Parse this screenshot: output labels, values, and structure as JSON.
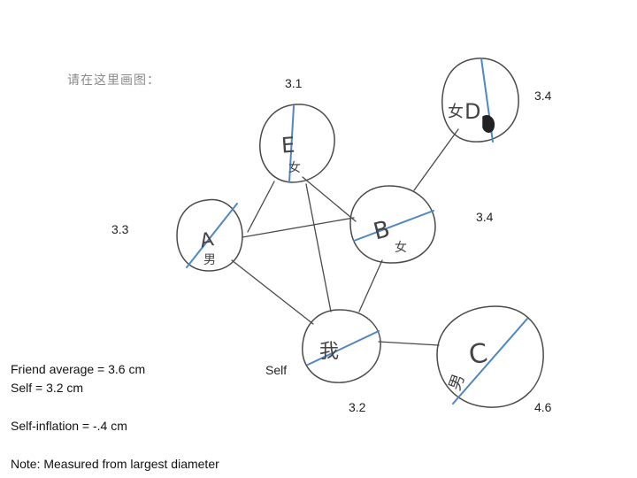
{
  "prompt": "请在这里画图：",
  "measurements": {
    "e": "3.1",
    "d": "3.4",
    "a": "3.3",
    "b": "3.4",
    "self": "3.2",
    "c": "4.6"
  },
  "self_label": "Self",
  "node_labels": {
    "e": "E",
    "e_gender": "女",
    "d": "D",
    "d_gender": "女",
    "a": "A",
    "a_gender": "男",
    "b": "B",
    "b_gender": "女",
    "self": "我",
    "c": "C",
    "c_gender": "男"
  },
  "notes": {
    "friend_average": "Friend average = 3.6 cm",
    "self": "Self = 3.2 cm",
    "self_inflation": "Self-inflation = -.4 cm",
    "note": "Note: Measured from largest diameter"
  },
  "colors": {
    "ink": "#4a4a4a",
    "diameter": "#4f86c6"
  }
}
